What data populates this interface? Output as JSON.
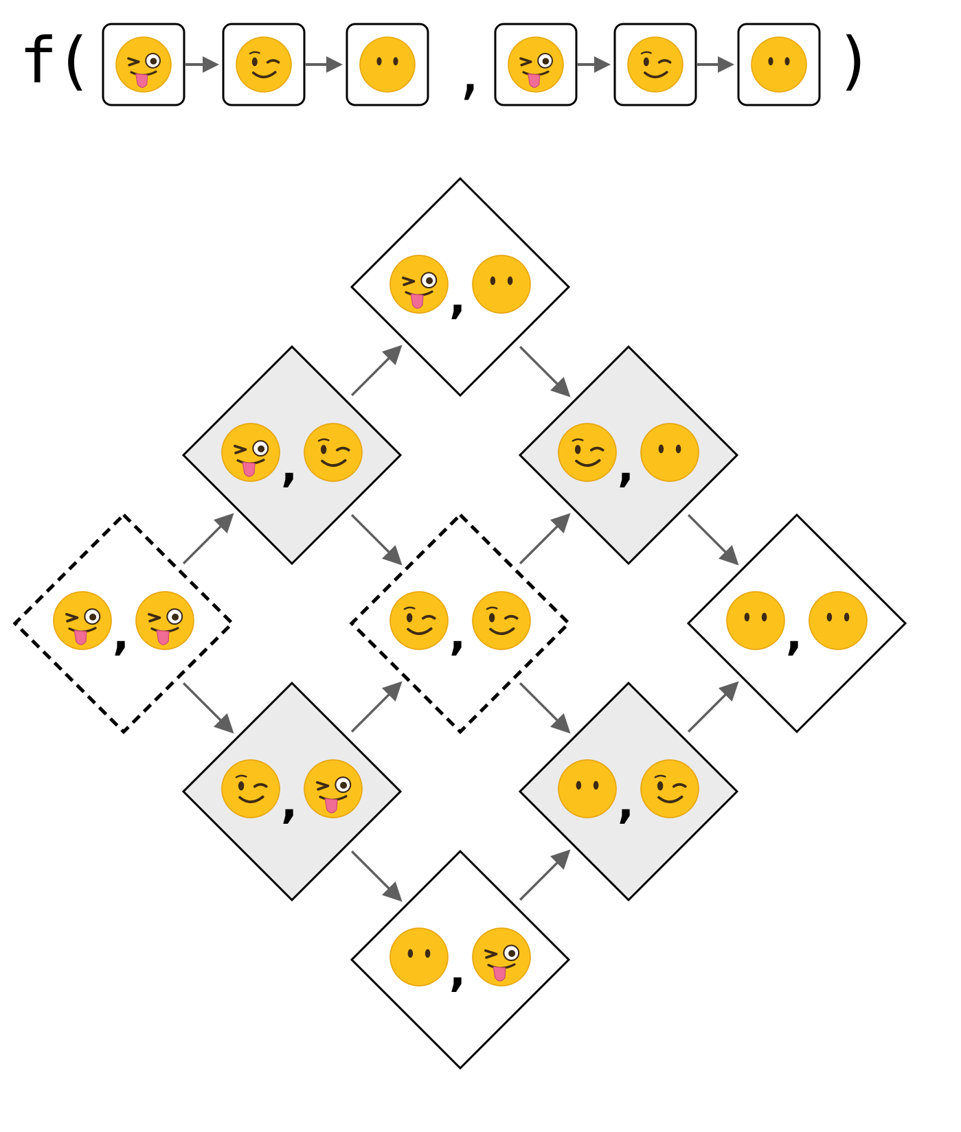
{
  "expression": {
    "function_name": "f",
    "open_paren": "(",
    "close_paren": ")",
    "separator": ",",
    "sequences": [
      [
        "wink-tongue",
        "wink",
        "neutral"
      ],
      [
        "wink-tongue",
        "wink",
        "neutral"
      ]
    ]
  },
  "emoji_types": {
    "wink-tongue": "face-with-stuck-out-tongue-and-winking-eye",
    "wink": "winking-face",
    "neutral": "face-without-mouth"
  },
  "grid": {
    "pair_separator": ",",
    "nodes": [
      {
        "id": "n00",
        "i": 0,
        "j": 0,
        "pair": [
          "wink-tongue",
          "wink-tongue"
        ],
        "style": "dashed"
      },
      {
        "id": "n01",
        "i": 0,
        "j": 1,
        "pair": [
          "wink-tongue",
          "wink"
        ],
        "style": "shaded"
      },
      {
        "id": "n02",
        "i": 0,
        "j": 2,
        "pair": [
          "wink-tongue",
          "neutral"
        ],
        "style": "plain"
      },
      {
        "id": "n10",
        "i": 1,
        "j": 0,
        "pair": [
          "wink",
          "wink-tongue"
        ],
        "style": "shaded"
      },
      {
        "id": "n11",
        "i": 1,
        "j": 1,
        "pair": [
          "wink",
          "wink"
        ],
        "style": "dashed"
      },
      {
        "id": "n12",
        "i": 1,
        "j": 2,
        "pair": [
          "wink",
          "neutral"
        ],
        "style": "shaded"
      },
      {
        "id": "n20",
        "i": 2,
        "j": 0,
        "pair": [
          "neutral",
          "wink-tongue"
        ],
        "style": "plain"
      },
      {
        "id": "n21",
        "i": 2,
        "j": 1,
        "pair": [
          "neutral",
          "wink"
        ],
        "style": "shaded"
      },
      {
        "id": "n22",
        "i": 2,
        "j": 2,
        "pair": [
          "neutral",
          "neutral"
        ],
        "style": "plain"
      }
    ],
    "edges": [
      [
        "n00",
        "n01"
      ],
      [
        "n00",
        "n10"
      ],
      [
        "n01",
        "n02"
      ],
      [
        "n01",
        "n11"
      ],
      [
        "n10",
        "n11"
      ],
      [
        "n10",
        "n20"
      ],
      [
        "n02",
        "n12"
      ],
      [
        "n11",
        "n12"
      ],
      [
        "n11",
        "n21"
      ],
      [
        "n20",
        "n21"
      ],
      [
        "n12",
        "n22"
      ],
      [
        "n21",
        "n22"
      ]
    ]
  },
  "colors": {
    "shaded_fill": "#ebebeb",
    "plain_fill": "#ffffff",
    "stroke": "#000000",
    "arrow": "#5f5f5f",
    "emoji_face": "#fcc21b",
    "emoji_face_edge": "#e8a50f",
    "emoji_feature": "#3e2b14",
    "tongue": "#f26d95"
  }
}
